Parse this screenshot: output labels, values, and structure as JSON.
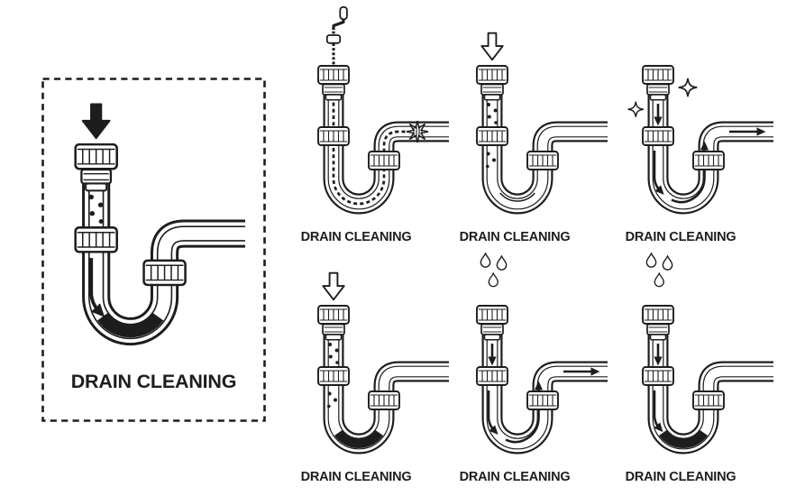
{
  "colors": {
    "ink": "#1d1d1d",
    "background": "#ffffff"
  },
  "featured": {
    "label": "DRAIN CLEANING",
    "variant": "clogged-trap-granules-down-arrow",
    "frame": "dashed"
  },
  "grid": {
    "items": [
      {
        "label": "DRAIN CLEANING",
        "variant": "plumbing-snake-auger-reaching-clog"
      },
      {
        "label": "DRAIN CLEANING",
        "variant": "cleaning-powder-poured-into-pipe"
      },
      {
        "label": "DRAIN CLEANING",
        "variant": "sparkling-clean-pipe-free-flow"
      },
      {
        "label": "DRAIN CLEANING",
        "variant": "cleaning-powder-on-clog"
      },
      {
        "label": "DRAIN CLEANING",
        "variant": "liquid-drops-free-flow"
      },
      {
        "label": "DRAIN CLEANING",
        "variant": "liquid-drops-on-clog"
      }
    ]
  }
}
